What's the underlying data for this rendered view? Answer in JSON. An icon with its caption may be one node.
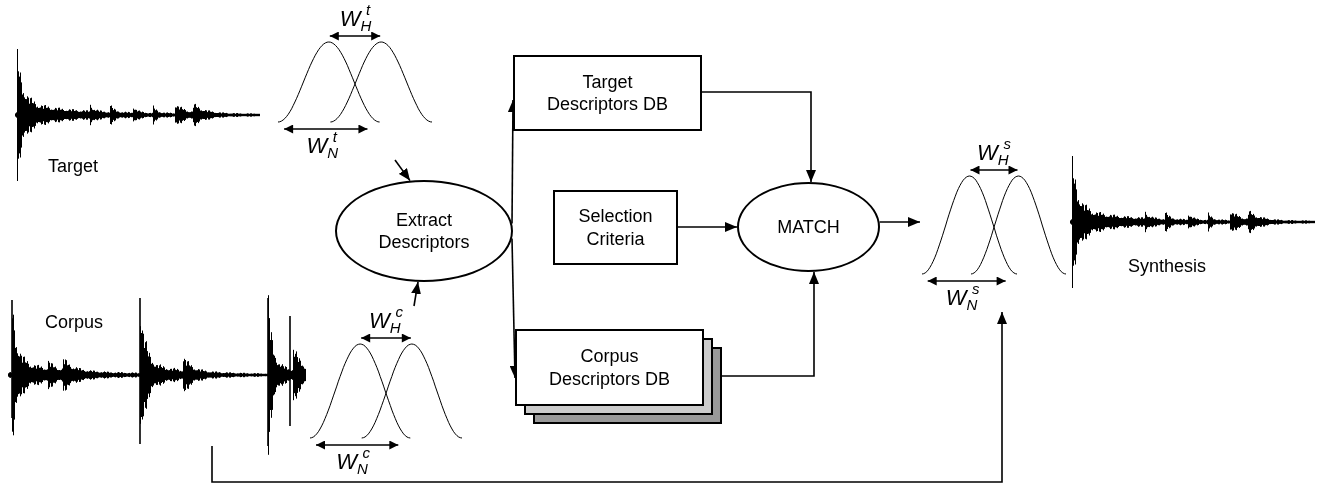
{
  "diagram": {
    "nodes": [
      {
        "text": [
          "W$_{H}$$^{t}$",
          "W$_{N}$$^{t}$"
        ]
      },
      {
        "text": [
          "Target Descriptors DB"
        ]
      },
      {
        "text": [
          "Extract Descriptors"
        ]
      },
      {
        "text": [
          "Selection Criteria"
        ]
      },
      {
        "text": [
          "MATCH"
        ]
      },
      {
        "text": [
          "W$_{H}$$^{s}$",
          "W$_{N}$$^{s}$"
        ]
      },
      {
        "text": [
          "Corpus"
        ]
      },
      {
        "text": [
          "W$_{H}$$^{c}$",
          "W$_{N}$$^{c}$"
        ]
      },
      {
        "text": [
          "Corpus Descriptors DB"
        ]
      }
    ],
    "edges": [
      {
        "from": 0,
        "to": 2,
        "arrow": "to"
      },
      {
        "from": 2,
        "to": 1,
        "arrow": "to"
      },
      {
        "from": 2,
        "to": 8,
        "arrow": "to"
      },
      {
        "from": 7,
        "to": 2,
        "arrow": "to"
      },
      {
        "from": 1,
        "to": 4,
        "arrow": "to"
      },
      {
        "from": 3,
        "to": 4,
        "arrow": "to"
      },
      {
        "from": 8,
        "to": 4,
        "arrow": "to"
      },
      {
        "from": 4,
        "to": 5,
        "arrow": "to"
      },
      {
        "from": 6,
        "to": 5,
        "arrow": "to"
      }
    ],
    "labels": [
      "Target",
      "Synthesis"
    ]
  }
}
